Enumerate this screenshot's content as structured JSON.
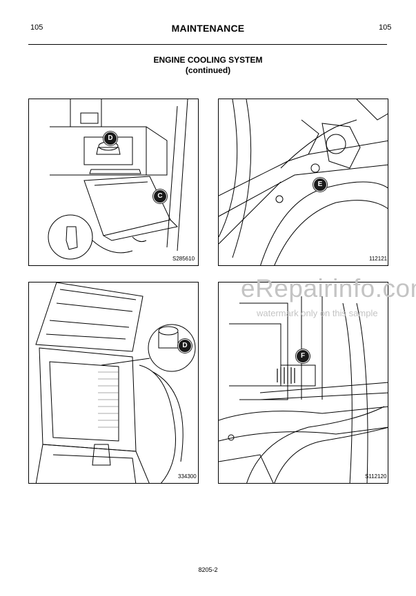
{
  "page": {
    "number_left": "105",
    "number_right": "105",
    "header_title": "MAINTENANCE",
    "section_title_line1": "ENGINE COOLING SYSTEM",
    "section_title_line2": "(continued)",
    "footer_code": "8205-2"
  },
  "figures": [
    {
      "code": "S285610",
      "callouts": [
        "D",
        "C"
      ]
    },
    {
      "code": "112121",
      "callouts": [
        "E"
      ]
    },
    {
      "code": "334300",
      "callouts": [
        "D"
      ]
    },
    {
      "code": "S112120",
      "callouts": [
        "F"
      ]
    }
  ],
  "watermark": {
    "text": "eRepairinfo.com",
    "subtext": "watermark only on this sample"
  }
}
